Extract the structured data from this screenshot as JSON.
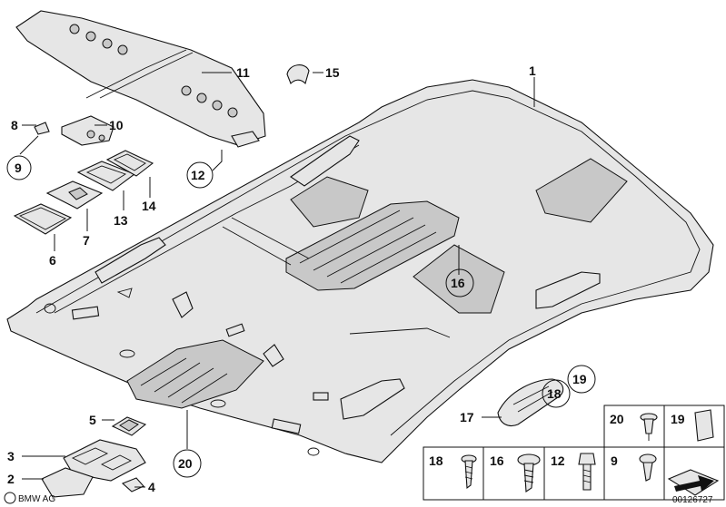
{
  "callouts": {
    "c1": "1",
    "c2": "2",
    "c3": "3",
    "c4": "4",
    "c5": "5",
    "c6": "6",
    "c7": "7",
    "c8": "8",
    "c9": "9",
    "c10": "10",
    "c11": "11",
    "c12": "12",
    "c13": "13",
    "c14": "14",
    "c15": "15",
    "c16": "16",
    "c17": "17",
    "c18": "18",
    "c19": "19",
    "c20": "20"
  },
  "legend": {
    "row1": [
      "20",
      "19"
    ],
    "row2": [
      "18",
      "16",
      "12",
      "9"
    ]
  },
  "watermark": "BMW AG",
  "image_number": "00126727"
}
